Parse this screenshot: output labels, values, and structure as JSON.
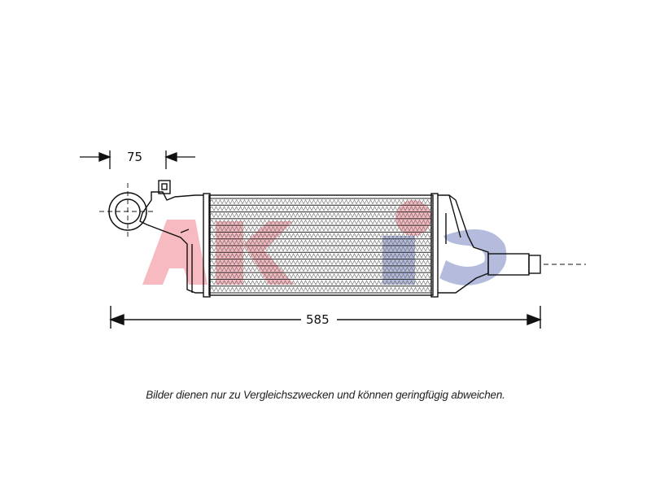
{
  "dimensions": {
    "flange_offset": "75",
    "overall_length": "585"
  },
  "caption": "Bilder dienen nur zu Vergleichszwecken und können geringfügig abweichen.",
  "watermark": {
    "text": "AKS",
    "colors": {
      "red": "#e43a4a",
      "blue": "#2b3f9c"
    }
  },
  "line_color": "#111111"
}
